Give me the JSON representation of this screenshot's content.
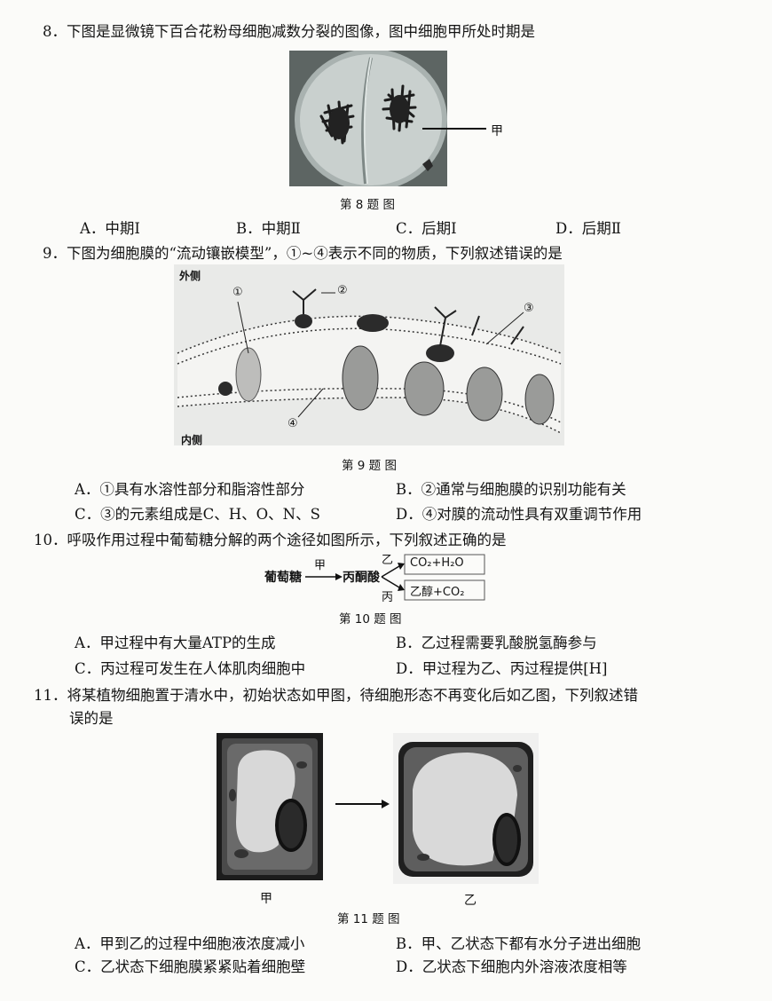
{
  "q8": {
    "number": "8．",
    "stem": "下图是显微镜下百合花粉母细胞减数分裂的图像，图中细胞甲所处时期是",
    "label_jia": "甲",
    "caption": "第 8 题  图",
    "options": [
      {
        "letter": "A．",
        "text": "中期Ⅰ"
      },
      {
        "letter": "B．",
        "text": "中期Ⅱ"
      },
      {
        "letter": "C．",
        "text": "后期Ⅰ"
      },
      {
        "letter": "D．",
        "text": "后期Ⅱ"
      }
    ]
  },
  "q9": {
    "number": "9．",
    "stem": "下图为细胞膜的“流动镶嵌模型”，①~④表示不同的物质，下列叙述错误的是",
    "outside": "外侧",
    "inside": "内侧",
    "m1": "①",
    "m2": "②",
    "m3": "③",
    "m4": "④",
    "caption": "第 9 题  图",
    "options": [
      {
        "letter": "A．",
        "text": "①具有水溶性部分和脂溶性部分"
      },
      {
        "letter": "B．",
        "text": "②通常与细胞膜的识别功能有关"
      },
      {
        "letter": "C．",
        "text": "③的元素组成是C、H、O、N、S"
      },
      {
        "letter": "D．",
        "text": "④对膜的流动性具有双重调节作用"
      }
    ]
  },
  "q10": {
    "number": "10．",
    "stem": "呼吸作用过程中葡萄糖分解的两个途径如图所示，下列叙述正确的是",
    "glucose": "葡萄糖",
    "jia": "甲",
    "pyruvate": "丙酮酸",
    "yi": "乙",
    "bing": "丙",
    "product1": "CO₂+H₂O",
    "product2": "乙醇+CO₂",
    "caption": "第 10 题  图",
    "options": [
      {
        "letter": "A．",
        "text": "甲过程中有大量ATP的生成"
      },
      {
        "letter": "B．",
        "text": "乙过程需要乳酸脱氢酶参与"
      },
      {
        "letter": "C．",
        "text": "丙过程可发生在人体肌肉细胞中"
      },
      {
        "letter": "D．",
        "text": "甲过程为乙、丙过程提供[H]"
      }
    ]
  },
  "q11": {
    "number": "11．",
    "stem_line1": "将某植物细胞置于清水中，初始状态如甲图，待细胞形态不再变化后如乙图，下列叙述错",
    "stem_line2": "误的是",
    "label_jia": "甲",
    "label_yi": "乙",
    "caption": "第 11 题  图",
    "options": [
      {
        "letter": "A．",
        "text": "甲到乙的过程中细胞液浓度减小"
      },
      {
        "letter": "B．",
        "text": "甲、乙状态下都有水分子进出细胞"
      },
      {
        "letter": "C．",
        "text": "乙状态下细胞膜紧紧贴着细胞壁"
      },
      {
        "letter": "D．",
        "text": "乙状态下细胞内外溶液浓度相等"
      }
    ]
  }
}
